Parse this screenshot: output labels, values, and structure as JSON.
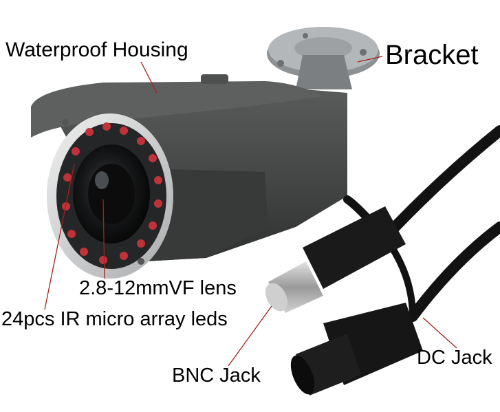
{
  "labels": {
    "housing": "Waterproof Housing",
    "bracket": "Bracket",
    "lens": "2.8-12mmVF lens",
    "leds": "24pcs IR micro array leds",
    "bnc": "BNC Jack",
    "dc": "DC Jack"
  },
  "colors": {
    "housing": "#4a4c4c",
    "housing_dark": "#2e3030",
    "bezel": "#d9dadb",
    "lens_black": "#111213",
    "ir_led": "#c0323a",
    "cable": "#121212",
    "bnc_metal": "#b8b8b8",
    "leader_line": "#a8201a"
  }
}
